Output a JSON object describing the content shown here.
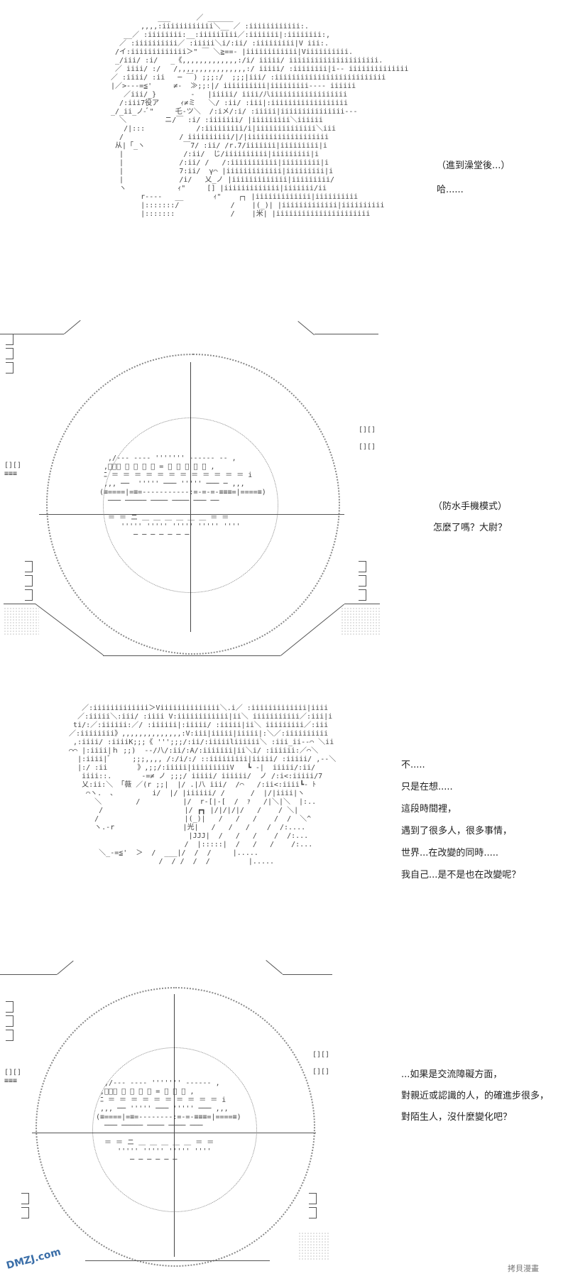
{
  "panels": [
    {
      "lines": [
        "（進到澡堂後...）",
        "哈......"
      ]
    },
    {
      "lines": [
        "（防水手機模式）",
        "怎麼了嗎？大尉？"
      ]
    },
    {
      "lines": [
        "不.....",
        "只是在想.....",
        "這段時間裡，",
        "遇到了很多人，很多事情，",
        "世界...在改變的同時.....",
        "我自己...是不是也在改變呢？"
      ]
    },
    {
      "lines": [
        "...如果是交流障礙方面，",
        "對親近或認識的人，的確進步很多，",
        "對陌生人，沒什麼變化吧？"
      ]
    }
  ],
  "watermarks": {
    "left": "DMZJ.com",
    "right": "拷貝漫畫"
  }
}
